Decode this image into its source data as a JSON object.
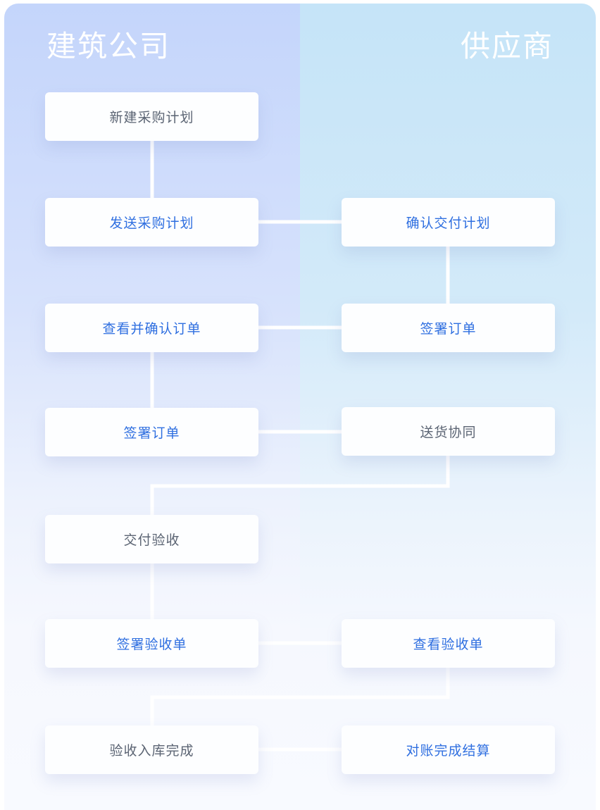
{
  "lanes": {
    "left_title": "建筑公司",
    "right_title": "供应商"
  },
  "steps": {
    "new_plan": "新建采购计划",
    "send_plan": "发送采购计划",
    "confirm_delivery_plan": "确认交付计划",
    "view_confirm_order": "查看并确认订单",
    "supplier_sign_order": "签署订单",
    "company_sign_order": "签署订单",
    "delivery_collab": "送货协同",
    "delivery_acceptance": "交付验收",
    "sign_acceptance": "签署验收单",
    "view_acceptance": "查看验收单",
    "acceptance_complete": "验收入库完成",
    "reconcile_settle": "对账完成结算"
  },
  "colors": {
    "accent_text": "#2f6fe0",
    "neutral_text": "#5b6473",
    "left_lane": "#c4d5fb",
    "right_lane": "#c5e4f8",
    "connector": "#ffffff"
  }
}
